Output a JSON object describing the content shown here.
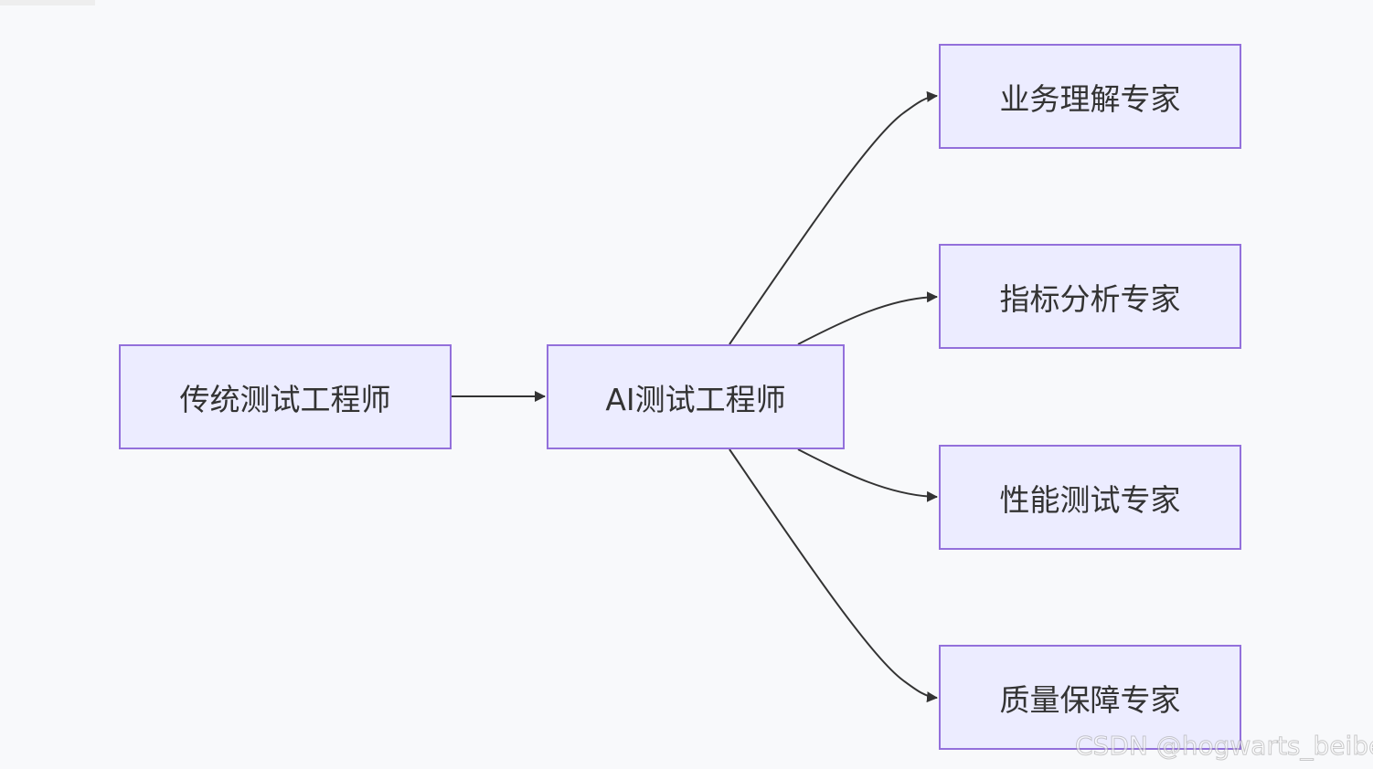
{
  "nodes": {
    "traditional": "传统测试工程师",
    "ai": "AI测试工程师",
    "business": "业务理解专家",
    "metrics": "指标分析专家",
    "performance": "性能测试专家",
    "quality": "质量保障专家"
  },
  "edges": [
    {
      "from": "traditional",
      "to": "ai"
    },
    {
      "from": "ai",
      "to": "business"
    },
    {
      "from": "ai",
      "to": "metrics"
    },
    {
      "from": "ai",
      "to": "performance"
    },
    {
      "from": "ai",
      "to": "quality"
    }
  ],
  "watermark": "CSDN @hogwarts_beibei",
  "colors": {
    "node_fill": "#ececff",
    "node_border": "#9370db",
    "edge": "#333333",
    "background": "#f8f9fb"
  }
}
